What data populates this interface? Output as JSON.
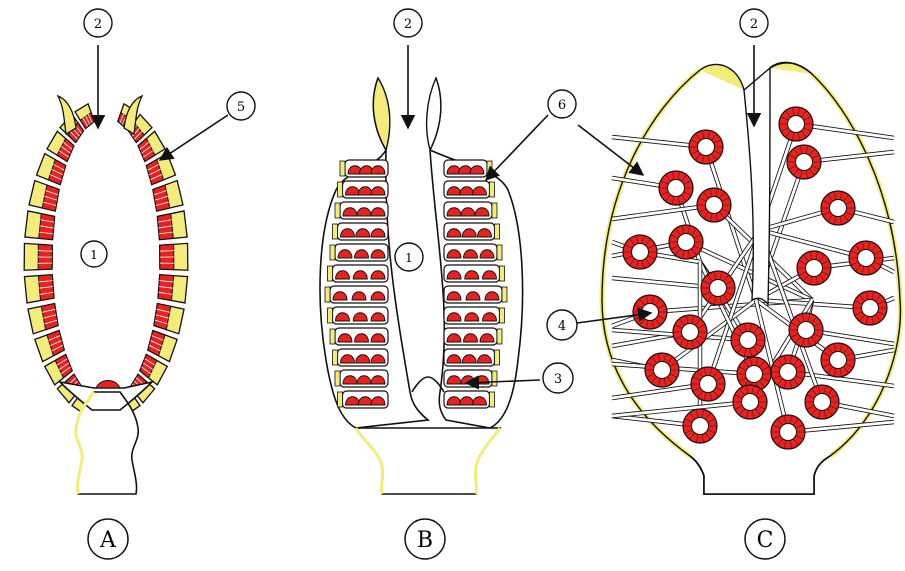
{
  "figure": {
    "panels": [
      {
        "id": "A",
        "label": "A"
      },
      {
        "id": "B",
        "label": "B"
      },
      {
        "id": "C",
        "label": "C"
      }
    ],
    "callouts": {
      "a_opening": "2",
      "a_cavity": "1",
      "a_wall": "5",
      "b_opening": "2",
      "b_cavity": "1",
      "b_wall_c_wall": "6",
      "b_base": "3",
      "c_opening": "2",
      "c_chamber": "4"
    }
  },
  "colors": {
    "outer_layer": "#f3ec7a",
    "choanocyte": "#e8231f",
    "outline": "#111111",
    "canal": "#ffffff",
    "background": "#ffffff"
  }
}
